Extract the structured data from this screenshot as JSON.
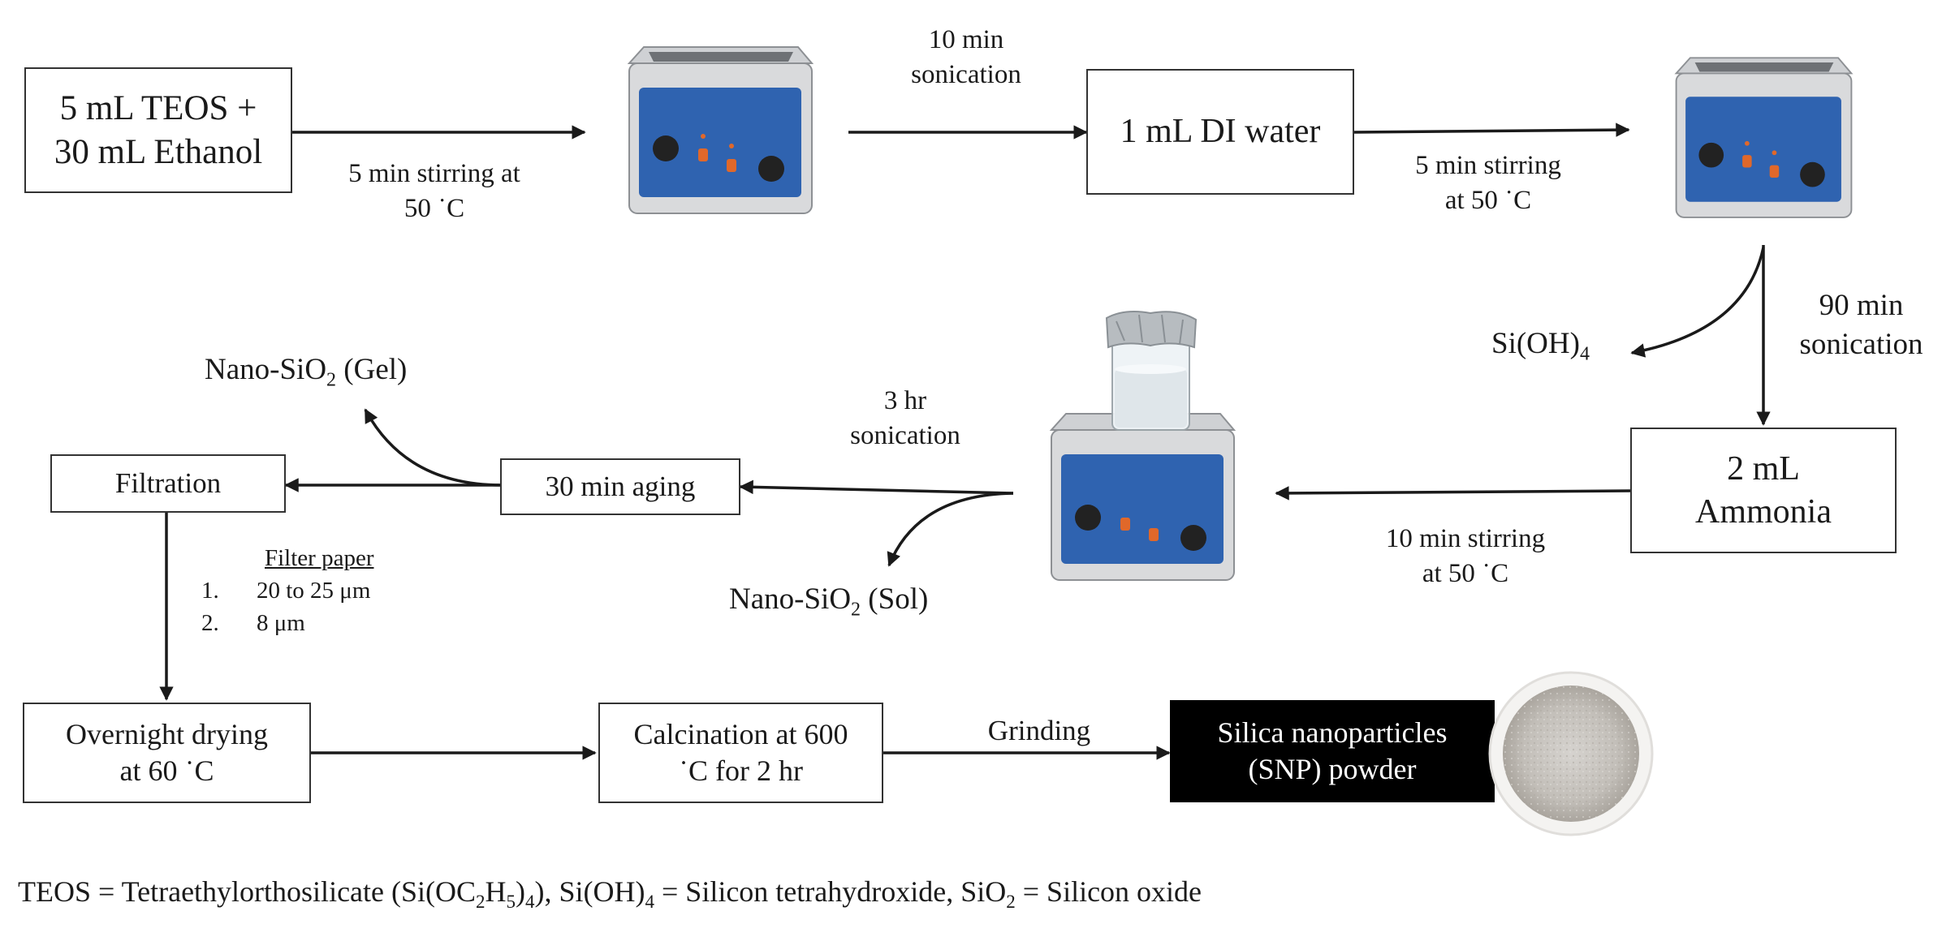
{
  "boxes": {
    "teos": [
      "5 mL TEOS +",
      "30 mL Ethanol"
    ],
    "di_water": "1 mL DI water",
    "ammonia": [
      "2 mL",
      "Ammonia"
    ],
    "aging": "30 min aging",
    "filtration": "Filtration",
    "drying": [
      "Overnight drying",
      "at 60 ˙C"
    ],
    "calcination": [
      "Calcination at 600",
      "˙C  for 2 hr"
    ],
    "snp": [
      "Silica nanoparticles",
      "(SNP) powder"
    ]
  },
  "labels": {
    "stir1": [
      "5 min stirring at",
      "50 ˙C"
    ],
    "sonic1": [
      "10 min",
      "sonication"
    ],
    "stir2": [
      "5 min stirring",
      "at 50 ˙C"
    ],
    "sonic2": [
      "90 min",
      "sonication"
    ],
    "siOH4": {
      "base": "Si(OH)",
      "sub": "4"
    },
    "stir3": [
      "10 min stirring",
      "at 50 ˙C"
    ],
    "sonic3": [
      "3 hr",
      "sonication"
    ],
    "gel": {
      "pre": "Nano-SiO",
      "sub": "2",
      "post": " (Gel)"
    },
    "sol": {
      "pre": "Nano-SiO",
      "sub": "2",
      "post": " (Sol)"
    },
    "grinding": "Grinding"
  },
  "filter_paper": {
    "title": "Filter paper",
    "items": [
      {
        "num": "1.",
        "text": "20 to 25 μm"
      },
      {
        "num": "2.",
        "text": "8 μm"
      }
    ]
  },
  "footer": {
    "p1": "TEOS = Tetraethylorthosilicate (Si(OC",
    "s1": "2",
    "p2": "H",
    "s2": "5",
    "p3": ")",
    "s3": "4",
    "p4": "), Si(OH)",
    "s4": "4",
    "p5": " = Silicon tetrahydroxide,  SiO",
    "s5": "2",
    "p6": " = Silicon oxide"
  },
  "colors": {
    "line": "#1a1a1a",
    "bath_panel": "#2f63b0",
    "bath_body": "#d9dadc",
    "snp_box": "#000000"
  }
}
